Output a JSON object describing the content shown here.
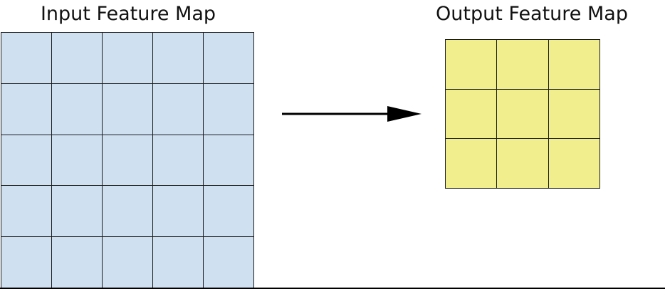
{
  "diagram": {
    "input_map": {
      "title": "Input Feature Map",
      "rows": 5,
      "cols": 5,
      "cell_color": "#cfe0f1"
    },
    "output_map": {
      "title": "Output Feature Map",
      "rows": 3,
      "cols": 3,
      "cell_color": "#f0ee8d"
    },
    "arrow": {
      "color": "#000000"
    },
    "grid_line_color": "#1c1c1c",
    "border_color": "#000000"
  }
}
